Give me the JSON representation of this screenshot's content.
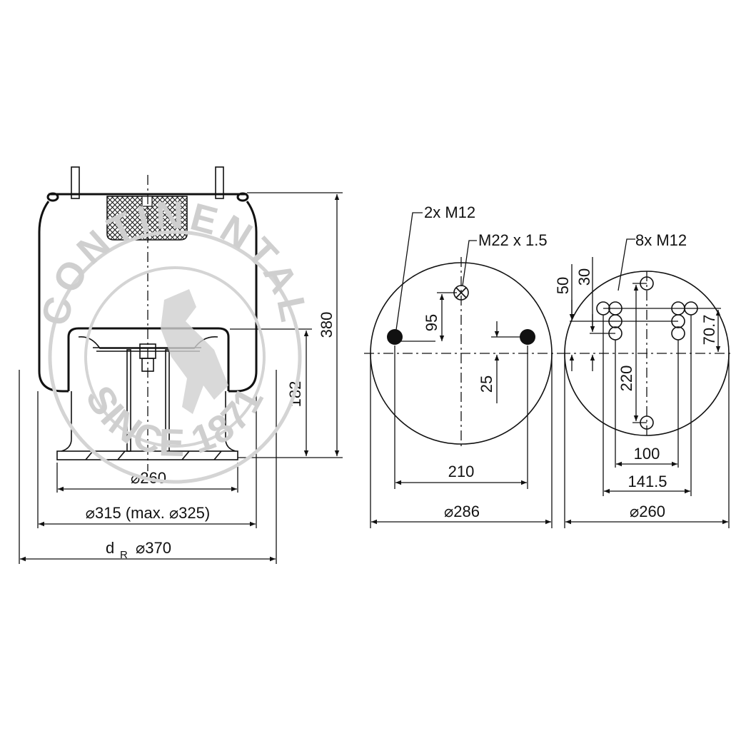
{
  "watermark": {
    "top": "CONTINENTAL",
    "bottom": "SINCE 1871",
    "color": "#cfcfcf"
  },
  "side_view": {
    "height_total": "380",
    "height_piston": "182",
    "dia_piston": "⌀260",
    "dia_bellow": "⌀315 (max. ⌀325)",
    "dr_label": "d",
    "dr_sub": "R",
    "dia_rolling": "⌀370"
  },
  "top_plate_view": {
    "bolt_label": "2x M12",
    "air_label": "M22 x 1.5",
    "dim_95": "95",
    "dim_25": "25",
    "dim_210": "210",
    "dia": "⌀286"
  },
  "bottom_plate_view": {
    "bolt_label": "8x M12",
    "dim_50": "50",
    "dim_30": "30",
    "dim_70_7": "70.7",
    "dim_220": "220",
    "dim_100": "100",
    "dim_141_5": "141.5",
    "dia": "⌀260"
  }
}
